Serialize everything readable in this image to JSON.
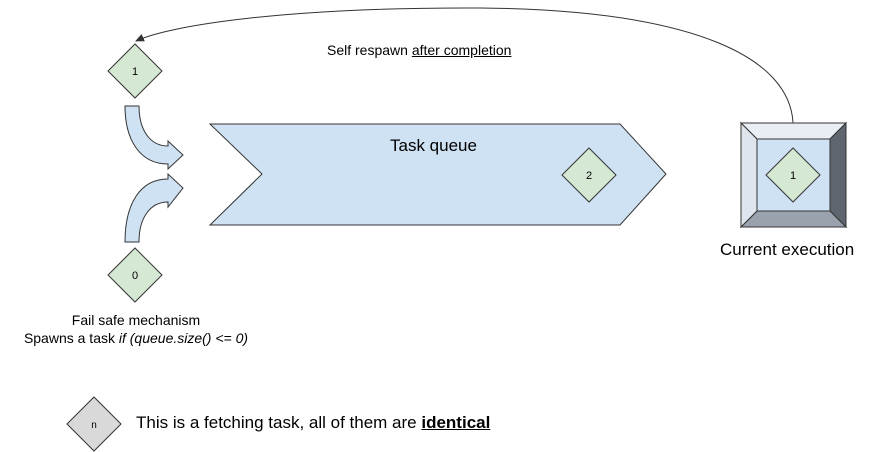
{
  "respawn": {
    "prefix": "Self respawn ",
    "underlined": "after completion"
  },
  "queue": {
    "label": "Task queue",
    "task_number": "2"
  },
  "execution": {
    "label": "Current execution",
    "task_number": "1"
  },
  "respawned_task": {
    "number": "1"
  },
  "failsafe": {
    "task_number": "0",
    "line1": "Fail safe mechanism",
    "line2_prefix": "Spawns a task ",
    "line2_italic": "if (queue.size() <= 0)"
  },
  "legend": {
    "symbol": "n",
    "text_prefix": "This is a fetching task, all of them are ",
    "text_bold": "identical"
  },
  "colors": {
    "task_fill": "#d5e8d4",
    "legend_fill": "#d9d9d9",
    "queue_fill": "#cfe2f3",
    "stroke": "#333333",
    "frame_light": "#e9eef4",
    "frame_mid": "#9aa3ad",
    "frame_dark": "#5f6670"
  }
}
